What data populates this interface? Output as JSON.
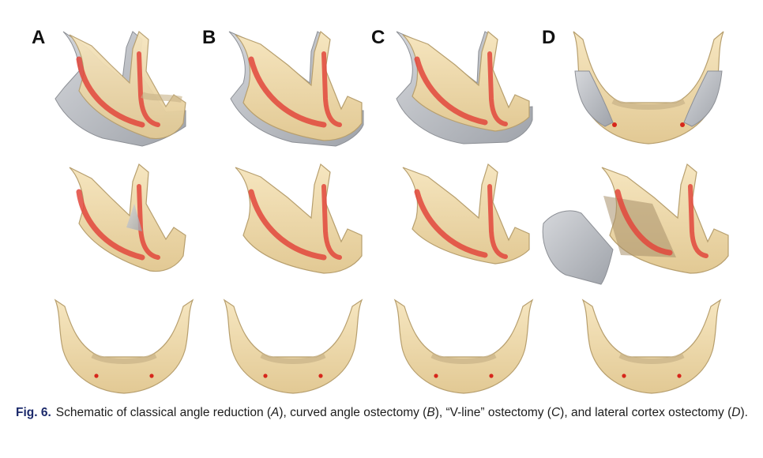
{
  "figure": {
    "column_labels": [
      "A",
      "B",
      "C",
      "D"
    ],
    "colors": {
      "bone": "#efd9a8",
      "bone_edge": "#b79f6e",
      "bone_shadow": "#d8bf8a",
      "resected_gray": "#b9bcc2",
      "osteotomy_red": "#e2473c",
      "marker_red": "#d6261b"
    }
  },
  "caption": {
    "fig_number": "Fig. 6.",
    "seg1": "Schematic of classical angle reduction (",
    "a": "A",
    "seg2": "), curved angle ostectomy (",
    "b": "B",
    "seg3": "), “V-line” ostectomy (",
    "c": "C",
    "seg4": "), and lateral cortex ostectomy (",
    "d": "D",
    "seg5": ")."
  }
}
